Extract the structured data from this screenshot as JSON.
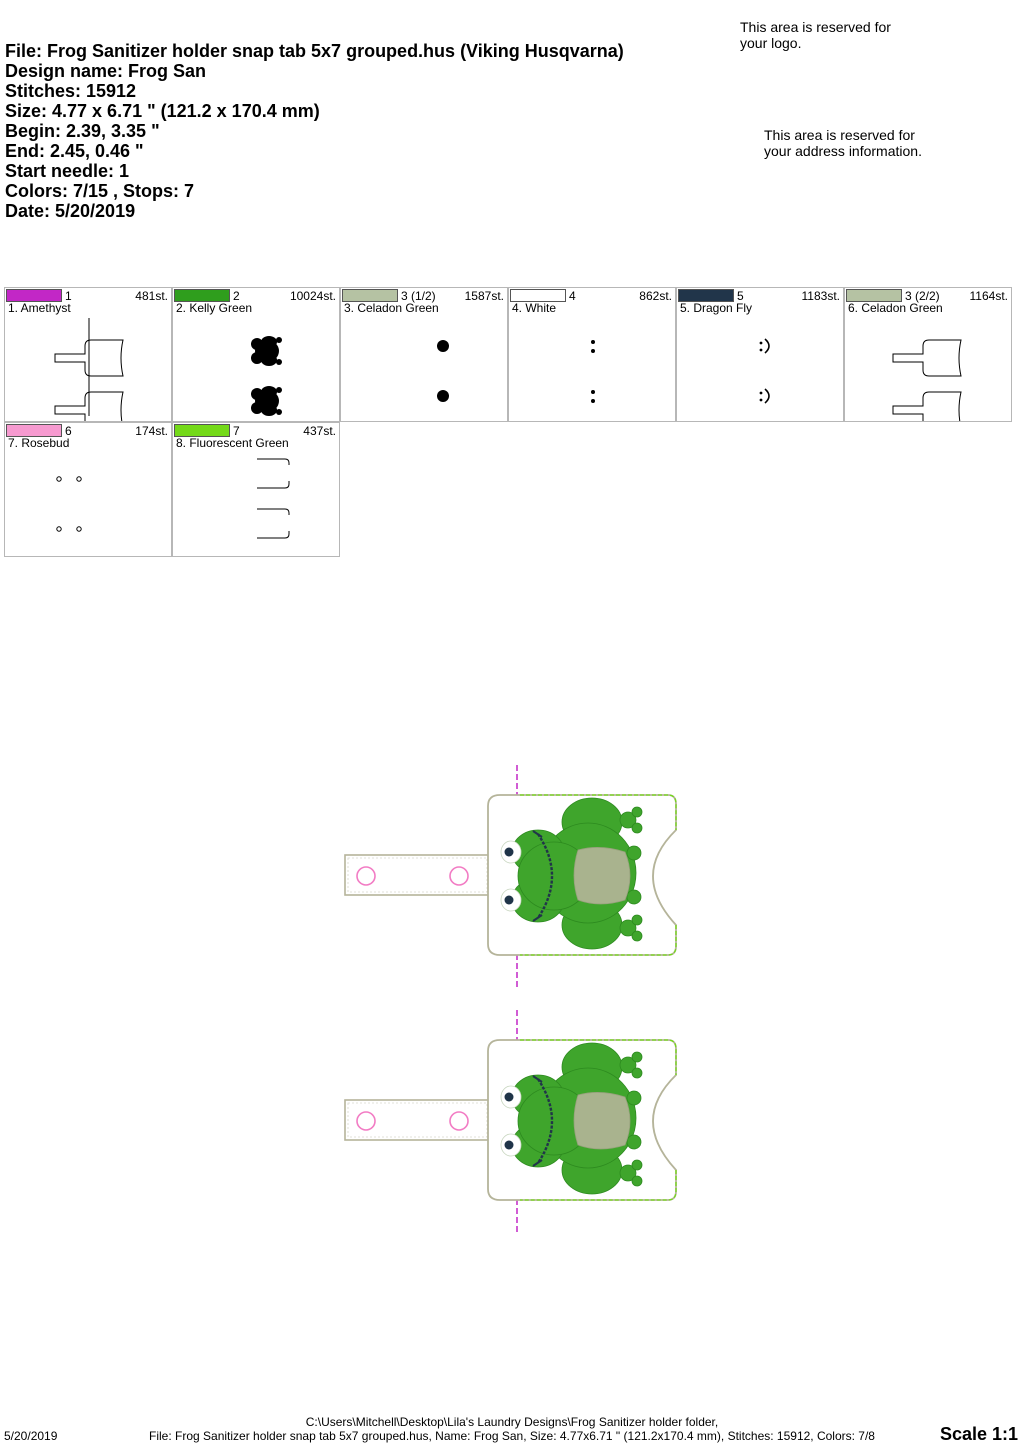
{
  "header": {
    "file": "File: Frog Sanitizer holder snap tab 5x7 grouped.hus  (Viking Husqvarna)",
    "design_name": "Design name: Frog San",
    "stitches": "Stitches: 15912",
    "size": "Size: 4.77 x 6.71 \" (121.2 x 170.4 mm)",
    "begin": "Begin: 2.39, 3.35 \"",
    "end": "End: 2.45, 0.46 \"",
    "start_needle": "Start needle: 1",
    "colors_stops": "Colors: 7/15 , Stops: 7",
    "date": "Date: 5/20/2019"
  },
  "notes": {
    "logo": "This area is reserved for\nyour logo.",
    "address": "This area is reserved for\nyour address information."
  },
  "colors": [
    {
      "num": "1",
      "stitches": "481st.",
      "name": "1. Amethyst",
      "swatch": "#c227c6",
      "thumb": "tab-outline"
    },
    {
      "num": "2",
      "stitches": "10024st.",
      "name": "2. Kelly Green",
      "swatch": "#2f9e1d",
      "thumb": "frog-fill"
    },
    {
      "num": "3 (1/2)",
      "stitches": "1587st.",
      "name": "3. Celadon Green",
      "swatch": "#b5c2a3",
      "thumb": "belly-dot"
    },
    {
      "num": "4",
      "stitches": "862st.",
      "name": "4. White",
      "swatch": "#ffffff",
      "thumb": "eye-marks"
    },
    {
      "num": "5",
      "stitches": "1183st.",
      "name": "5. Dragon Fly",
      "swatch": "#21354a",
      "thumb": "smile-marks"
    },
    {
      "num": "3 (2/2)",
      "stitches": "1164st.",
      "name": "6. Celadon Green",
      "swatch": "#b5c2a3",
      "thumb": "tab-outline-right"
    },
    {
      "num": "6",
      "stitches": "174st.",
      "name": "7. Rosebud",
      "swatch": "#f79ad0",
      "thumb": "snap-circles"
    },
    {
      "num": "7",
      "stitches": "437st.",
      "name": "8. Fluorescent Green",
      "swatch": "#74d919",
      "thumb": "edge-lines"
    }
  ],
  "footer": {
    "date": "5/20/2019",
    "path": "C:\\Users\\Mitchell\\Desktop\\Lila's Laundry Designs\\Frog Sanitizer holder folder,",
    "file_line": "File: Frog Sanitizer holder snap tab 5x7 grouped.hus, Name: Frog San, Size: 4.77x6.71 \" (121.2x170.4 mm), Stitches: 15912, Colors: 7/8",
    "scale": "Scale 1:1"
  }
}
